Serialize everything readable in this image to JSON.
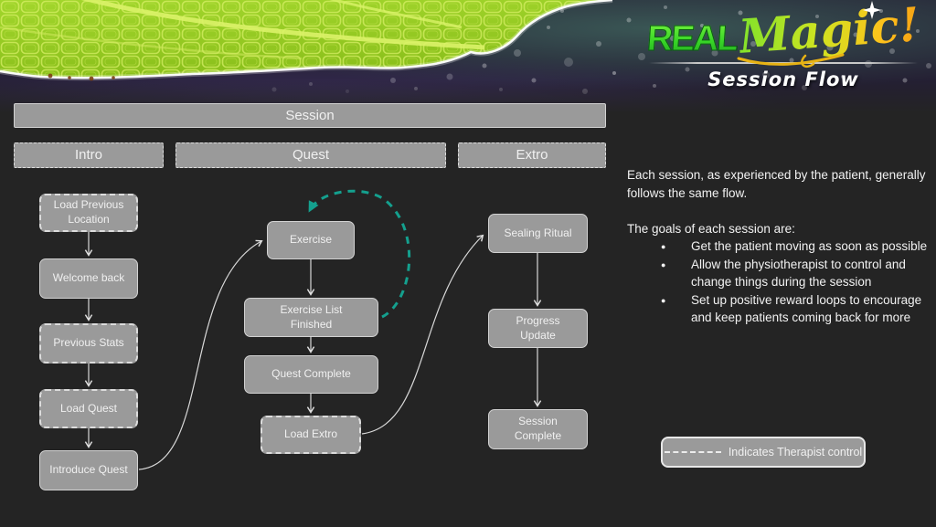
{
  "brand": {
    "title_real": "REAL",
    "title_magic": "Magic!",
    "subtitle": "Session Flow"
  },
  "flow": {
    "session_label": "Session",
    "phases": [
      {
        "label": "Intro"
      },
      {
        "label": "Quest"
      },
      {
        "label": "Extro"
      }
    ],
    "nodes": [
      {
        "label": "Load Previous Location",
        "style": "dashed",
        "phase": "Intro"
      },
      {
        "label": "Welcome back",
        "style": "solid",
        "phase": "Intro"
      },
      {
        "label": "Previous Stats",
        "style": "dashed",
        "phase": "Intro"
      },
      {
        "label": "Load Quest",
        "style": "dashed",
        "phase": "Intro"
      },
      {
        "label": "Introduce Quest",
        "style": "solid",
        "phase": "Intro"
      },
      {
        "label": "Exercise",
        "style": "solid",
        "phase": "Quest"
      },
      {
        "label": "Exercise List Finished",
        "style": "solid",
        "phase": "Quest"
      },
      {
        "label": "Quest Complete",
        "style": "solid",
        "phase": "Quest"
      },
      {
        "label": "Load Extro",
        "style": "dashed",
        "phase": "Quest"
      },
      {
        "label": "Sealing Ritual",
        "style": "solid",
        "phase": "Extro"
      },
      {
        "label": "Progress Update",
        "style": "solid",
        "phase": "Extro"
      },
      {
        "label": "Session Complete",
        "style": "solid",
        "phase": "Extro"
      }
    ],
    "therapist_loop": "dashed teal loop from Exercise List Finished back to Exercise"
  },
  "notes": {
    "intro": "Each session, as experienced by the patient, generally follows the same flow.",
    "goals_heading": "The goals of each session are:",
    "goals": [
      "Get the patient moving as soon as possible",
      "Allow the physiotherapist to control and change things during the session",
      "Set up positive reward loops to encourage and keep patients coming back for more"
    ]
  },
  "legend": {
    "label": "Indicates Therapist control"
  },
  "colors": {
    "background": "#242424",
    "box_fill": "#9a9a9a",
    "box_border": "#d2d2d2",
    "arrow_white": "#d9d9d9",
    "accent_teal": "#14a08e",
    "leaf_green": "#96cc28",
    "logo_green": "#38d527",
    "logo_yellow": "#ffc01b"
  }
}
